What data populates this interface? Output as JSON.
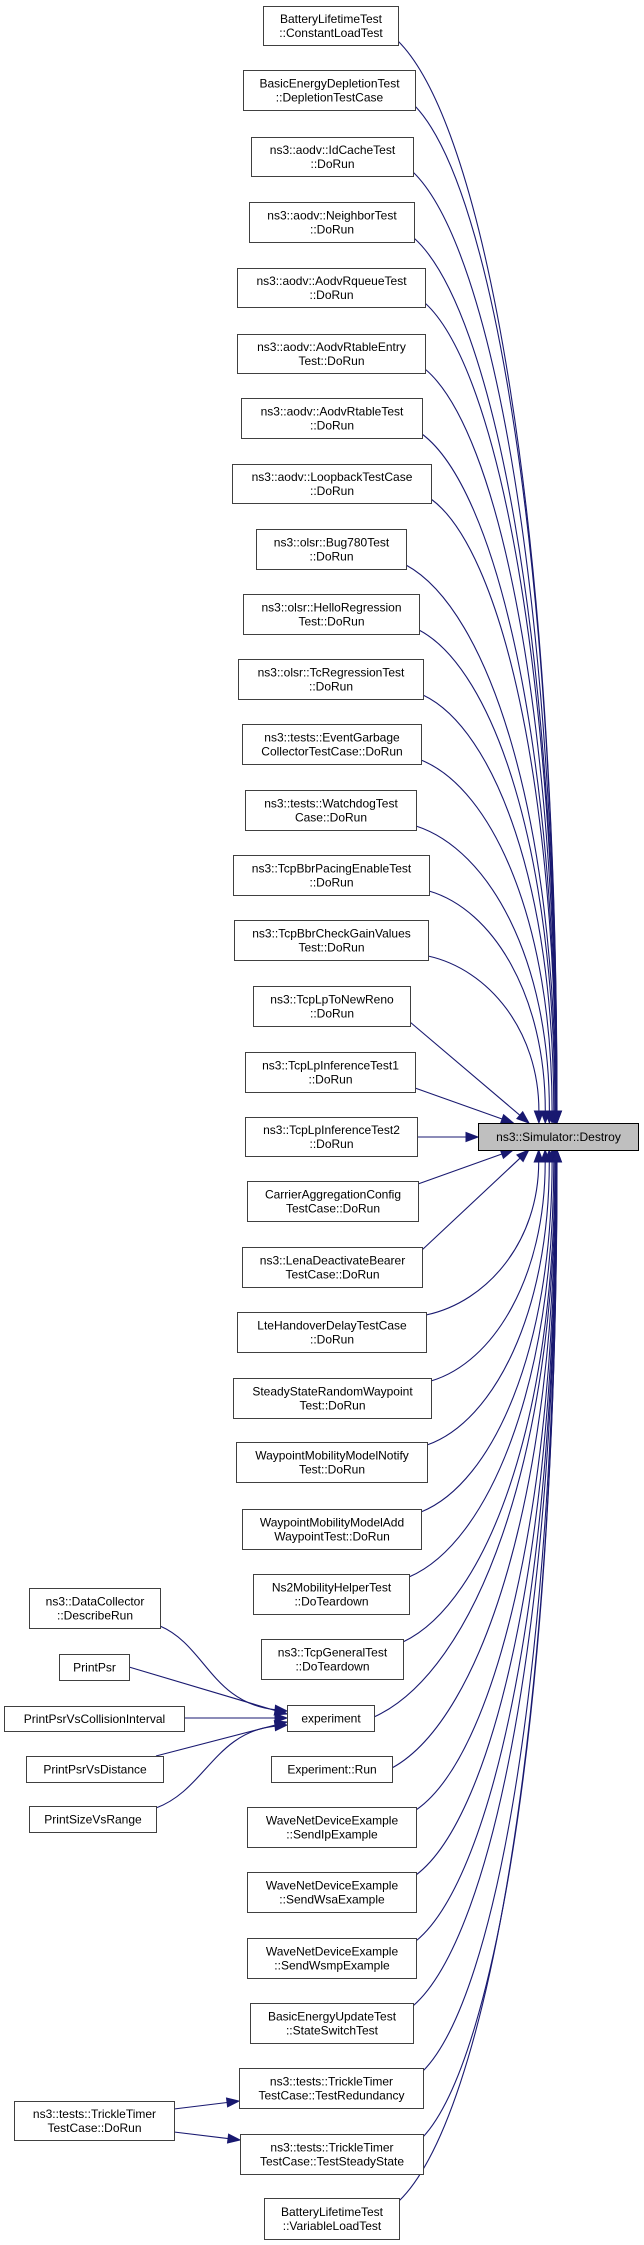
{
  "colors": {
    "edge": "#191970",
    "node_fill": "#ffffff",
    "node_border": "#404040",
    "highlight_fill": "#bfbfbf",
    "highlight_border": "#000000"
  },
  "graph": {
    "kind": "caller graph",
    "target_id": "destroy",
    "nodes": [
      {
        "id": "destroy",
        "lines": [
          "ns3::Simulator::Destroy"
        ],
        "current": true
      },
      {
        "id": "battery-constantload",
        "lines": [
          "BatteryLifetimeTest",
          "::ConstantLoadTest"
        ]
      },
      {
        "id": "basicenergy-depletion",
        "lines": [
          "BasicEnergyDepletionTest",
          "::DepletionTestCase"
        ]
      },
      {
        "id": "aodv-idcache",
        "lines": [
          "ns3::aodv::IdCacheTest",
          "::DoRun"
        ]
      },
      {
        "id": "aodv-neighbor",
        "lines": [
          "ns3::aodv::NeighborTest",
          "::DoRun"
        ]
      },
      {
        "id": "aodv-rqueue",
        "lines": [
          "ns3::aodv::AodvRqueueTest",
          "::DoRun"
        ]
      },
      {
        "id": "aodv-rtableentry",
        "lines": [
          "ns3::aodv::AodvRtableEntry",
          "Test::DoRun"
        ]
      },
      {
        "id": "aodv-rtable",
        "lines": [
          "ns3::aodv::AodvRtableTest",
          "::DoRun"
        ]
      },
      {
        "id": "aodv-loopback",
        "lines": [
          "ns3::aodv::LoopbackTestCase",
          "::DoRun"
        ]
      },
      {
        "id": "olsr-bug780",
        "lines": [
          "ns3::olsr::Bug780Test",
          "::DoRun"
        ]
      },
      {
        "id": "olsr-hello",
        "lines": [
          "ns3::olsr::HelloRegression",
          "Test::DoRun"
        ]
      },
      {
        "id": "olsr-tc",
        "lines": [
          "ns3::olsr::TcRegressionTest",
          "::DoRun"
        ]
      },
      {
        "id": "tests-eventgc",
        "lines": [
          "ns3::tests::EventGarbage",
          "CollectorTestCase::DoRun"
        ]
      },
      {
        "id": "tests-watchdog",
        "lines": [
          "ns3::tests::WatchdogTest",
          "Case::DoRun"
        ]
      },
      {
        "id": "tcpbbr-pacing",
        "lines": [
          "ns3::TcpBbrPacingEnableTest",
          "::DoRun"
        ]
      },
      {
        "id": "tcpbbr-gain",
        "lines": [
          "ns3::TcpBbrCheckGainValues",
          "Test::DoRun"
        ]
      },
      {
        "id": "tcplp-newreno",
        "lines": [
          "ns3::TcpLpToNewReno",
          "::DoRun"
        ]
      },
      {
        "id": "tcplp-inference1",
        "lines": [
          "ns3::TcpLpInferenceTest1",
          "::DoRun"
        ]
      },
      {
        "id": "tcplp-inference2",
        "lines": [
          "ns3::TcpLpInferenceTest2",
          "::DoRun"
        ]
      },
      {
        "id": "carrier-aggregation",
        "lines": [
          "CarrierAggregationConfig",
          "TestCase::DoRun"
        ]
      },
      {
        "id": "lena-deactivate",
        "lines": [
          "ns3::LenaDeactivateBearer",
          "TestCase::DoRun"
        ]
      },
      {
        "id": "lte-handover",
        "lines": [
          "LteHandoverDelayTestCase",
          "::DoRun"
        ]
      },
      {
        "id": "steadystate-rwp",
        "lines": [
          "SteadyStateRandomWaypoint",
          "Test::DoRun"
        ]
      },
      {
        "id": "waypoint-notify",
        "lines": [
          "WaypointMobilityModelNotify",
          "Test::DoRun"
        ]
      },
      {
        "id": "waypoint-add",
        "lines": [
          "WaypointMobilityModelAdd",
          "WaypointTest::DoRun"
        ]
      },
      {
        "id": "ns2mobility-teardown",
        "lines": [
          "Ns2MobilityHelperTest",
          "::DoTeardown"
        ]
      },
      {
        "id": "tcpgeneral-teardown",
        "lines": [
          "ns3::TcpGeneralTest",
          "::DoTeardown"
        ]
      },
      {
        "id": "experiment",
        "lines": [
          "experiment"
        ]
      },
      {
        "id": "experiment-run",
        "lines": [
          "Experiment::Run"
        ]
      },
      {
        "id": "wave-sendip",
        "lines": [
          "WaveNetDeviceExample",
          "::SendIpExample"
        ]
      },
      {
        "id": "wave-sendwsa",
        "lines": [
          "WaveNetDeviceExample",
          "::SendWsaExample"
        ]
      },
      {
        "id": "wave-sendwsmp",
        "lines": [
          "WaveNetDeviceExample",
          "::SendWsmpExample"
        ]
      },
      {
        "id": "basicenergy-stateswitch",
        "lines": [
          "BasicEnergyUpdateTest",
          "::StateSwitchTest"
        ]
      },
      {
        "id": "trickle-redundancy",
        "lines": [
          "ns3::tests::TrickleTimer",
          "TestCase::TestRedundancy"
        ]
      },
      {
        "id": "trickle-steadystate",
        "lines": [
          "ns3::tests::TrickleTimer",
          "TestCase::TestSteadyState"
        ]
      },
      {
        "id": "battery-variableload",
        "lines": [
          "BatteryLifetimeTest",
          "::VariableLoadTest"
        ]
      },
      {
        "id": "datacollector-describerun",
        "lines": [
          "ns3::DataCollector",
          "::DescribeRun"
        ]
      },
      {
        "id": "printpsr",
        "lines": [
          "PrintPsr"
        ]
      },
      {
        "id": "printpsr-collision",
        "lines": [
          "PrintPsrVsCollisionInterval"
        ]
      },
      {
        "id": "printpsr-distance",
        "lines": [
          "PrintPsrVsDistance"
        ]
      },
      {
        "id": "printsize-range",
        "lines": [
          "PrintSizeVsRange"
        ]
      },
      {
        "id": "trickle-dorun",
        "lines": [
          "ns3::tests::TrickleTimer",
          "TestCase::DoRun"
        ]
      }
    ],
    "edges": [
      {
        "from": "battery-constantload",
        "to": "destroy"
      },
      {
        "from": "basicenergy-depletion",
        "to": "destroy"
      },
      {
        "from": "aodv-idcache",
        "to": "destroy"
      },
      {
        "from": "aodv-neighbor",
        "to": "destroy"
      },
      {
        "from": "aodv-rqueue",
        "to": "destroy"
      },
      {
        "from": "aodv-rtableentry",
        "to": "destroy"
      },
      {
        "from": "aodv-rtable",
        "to": "destroy"
      },
      {
        "from": "aodv-loopback",
        "to": "destroy"
      },
      {
        "from": "olsr-bug780",
        "to": "destroy"
      },
      {
        "from": "olsr-hello",
        "to": "destroy"
      },
      {
        "from": "olsr-tc",
        "to": "destroy"
      },
      {
        "from": "tests-eventgc",
        "to": "destroy"
      },
      {
        "from": "tests-watchdog",
        "to": "destroy"
      },
      {
        "from": "tcpbbr-pacing",
        "to": "destroy"
      },
      {
        "from": "tcpbbr-gain",
        "to": "destroy"
      },
      {
        "from": "tcplp-newreno",
        "to": "destroy"
      },
      {
        "from": "tcplp-inference1",
        "to": "destroy"
      },
      {
        "from": "tcplp-inference2",
        "to": "destroy"
      },
      {
        "from": "carrier-aggregation",
        "to": "destroy"
      },
      {
        "from": "lena-deactivate",
        "to": "destroy"
      },
      {
        "from": "lte-handover",
        "to": "destroy"
      },
      {
        "from": "steadystate-rwp",
        "to": "destroy"
      },
      {
        "from": "waypoint-notify",
        "to": "destroy"
      },
      {
        "from": "waypoint-add",
        "to": "destroy"
      },
      {
        "from": "ns2mobility-teardown",
        "to": "destroy"
      },
      {
        "from": "tcpgeneral-teardown",
        "to": "destroy"
      },
      {
        "from": "experiment",
        "to": "destroy"
      },
      {
        "from": "experiment-run",
        "to": "destroy"
      },
      {
        "from": "wave-sendip",
        "to": "destroy"
      },
      {
        "from": "wave-sendwsa",
        "to": "destroy"
      },
      {
        "from": "wave-sendwsmp",
        "to": "destroy"
      },
      {
        "from": "basicenergy-stateswitch",
        "to": "destroy"
      },
      {
        "from": "trickle-redundancy",
        "to": "destroy"
      },
      {
        "from": "trickle-steadystate",
        "to": "destroy"
      },
      {
        "from": "battery-variableload",
        "to": "destroy"
      },
      {
        "from": "datacollector-describerun",
        "to": "experiment"
      },
      {
        "from": "printpsr",
        "to": "experiment"
      },
      {
        "from": "printpsr-collision",
        "to": "experiment"
      },
      {
        "from": "printpsr-distance",
        "to": "experiment"
      },
      {
        "from": "printsize-range",
        "to": "experiment"
      },
      {
        "from": "trickle-dorun",
        "to": "trickle-redundancy"
      },
      {
        "from": "trickle-dorun",
        "to": "trickle-steadystate"
      }
    ]
  }
}
